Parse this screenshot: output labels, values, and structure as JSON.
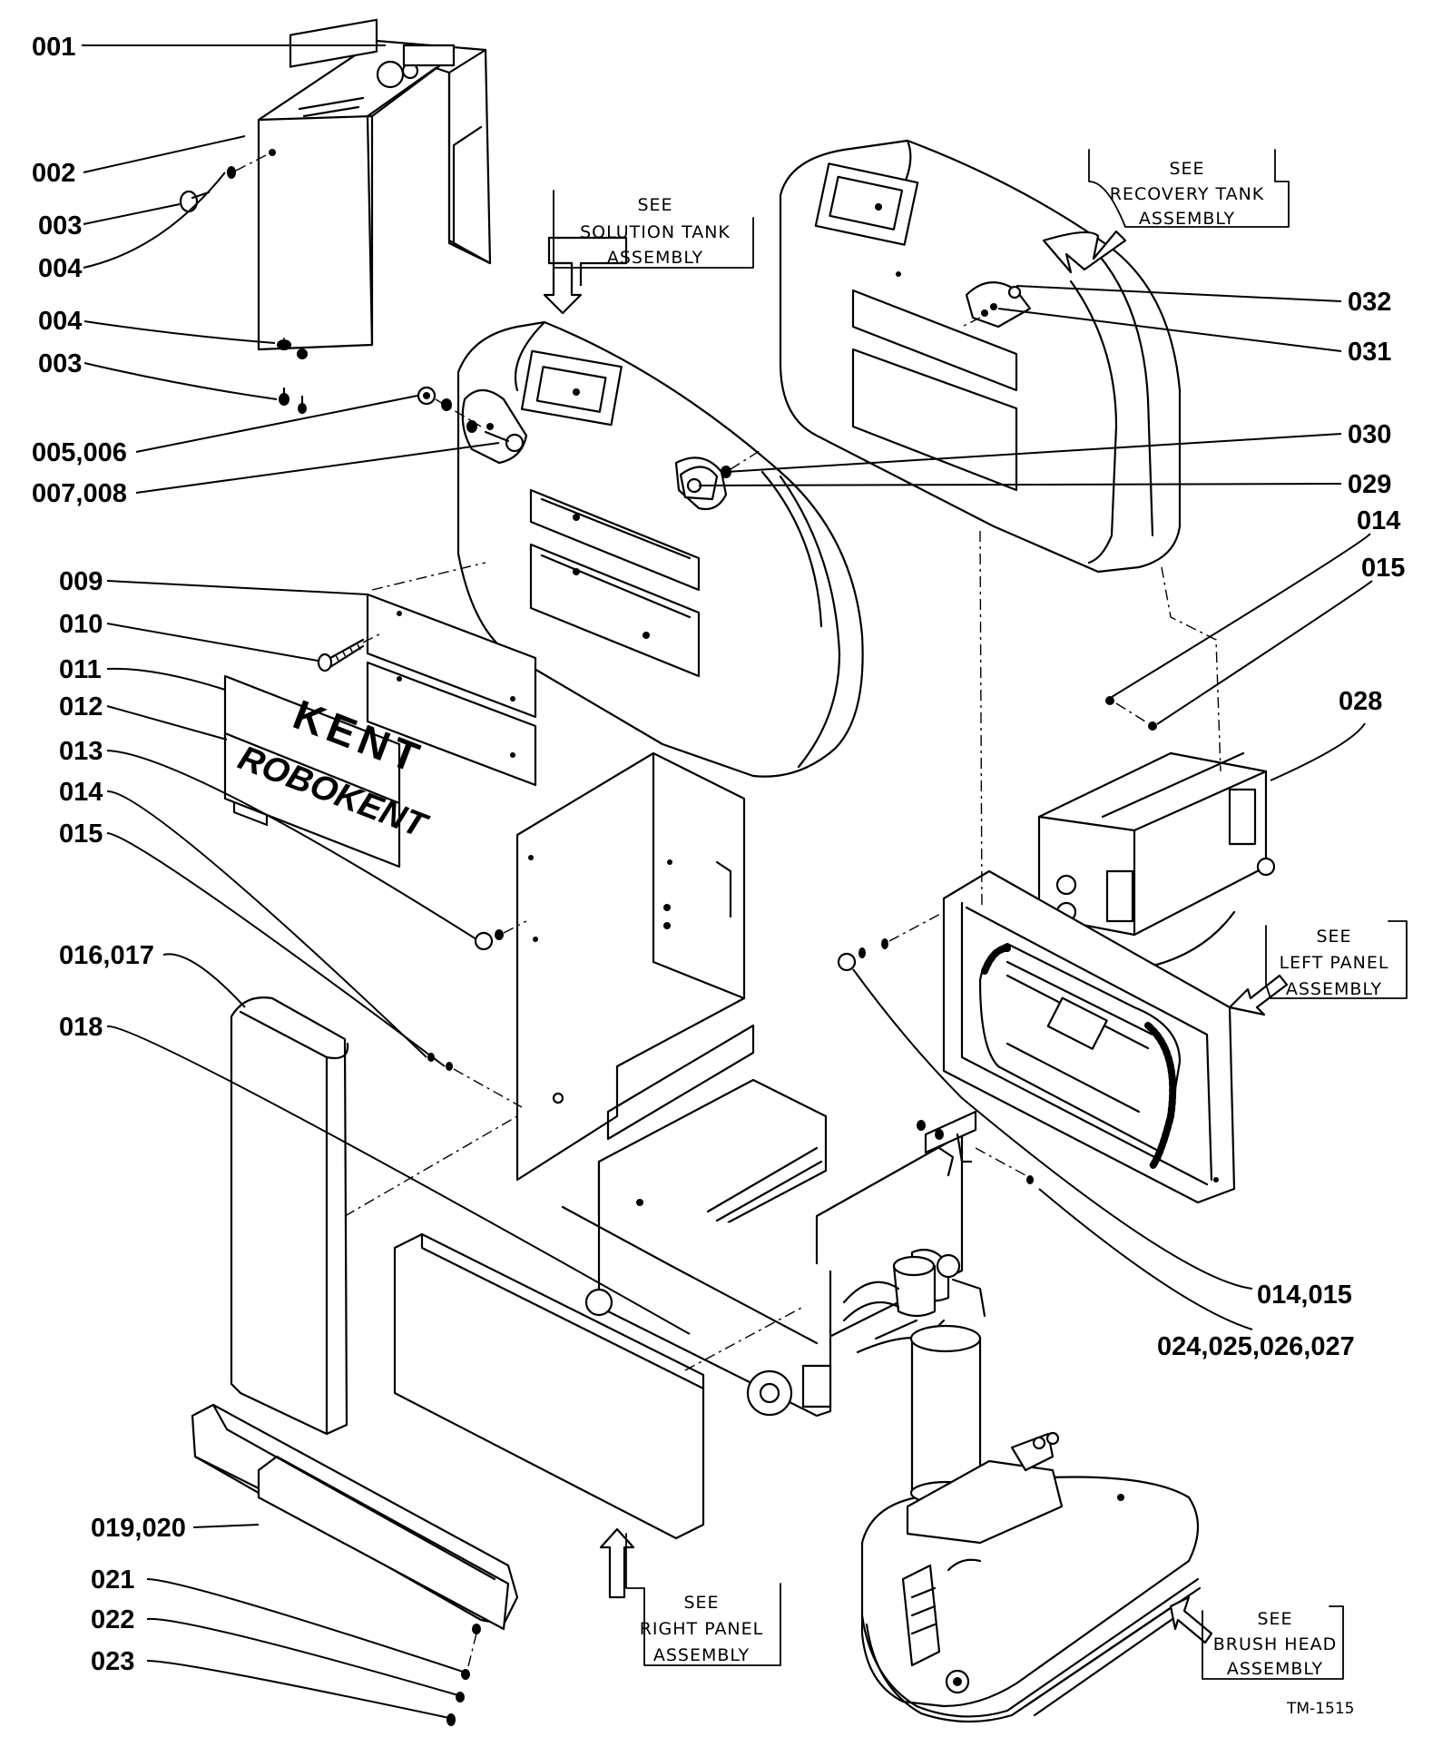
{
  "drawing_id": "TM-1515",
  "part_labels": {
    "p001": "001",
    "p002": "002",
    "p003a": "003",
    "p004a": "004",
    "p004b": "004",
    "p003b": "003",
    "p005_006": "005,006",
    "p007_008": "007,008",
    "p009": "009",
    "p010": "010",
    "p011": "011",
    "p012": "012",
    "p013": "013",
    "p014a": "014",
    "p015a": "015",
    "p016_017": "016,017",
    "p018": "018",
    "p019_020": "019,020",
    "p021": "021",
    "p022": "022",
    "p023": "023",
    "p032": "032",
    "p031": "031",
    "p030": "030",
    "p029": "029",
    "p014b": "014",
    "p015b": "015",
    "p028": "028",
    "p014_015": "014,015",
    "p024_027": "024,025,026,027"
  },
  "notes": {
    "solution_tank": [
      "SEE",
      "SOLUTION TANK",
      "ASSEMBLY"
    ],
    "recovery_tank": [
      "SEE",
      "RECOVERY TANK",
      "ASSEMBLY"
    ],
    "left_panel": [
      "SEE",
      "LEFT PANEL",
      "ASSEMBLY"
    ],
    "right_panel": [
      "SEE",
      "RIGHT PANEL",
      "ASSEMBLY"
    ],
    "brush_head": [
      "SEE",
      "BRUSH HEAD",
      "ASSEMBLY"
    ]
  },
  "decals": {
    "kent": "KENT",
    "robokent": "ROBOKENT"
  }
}
